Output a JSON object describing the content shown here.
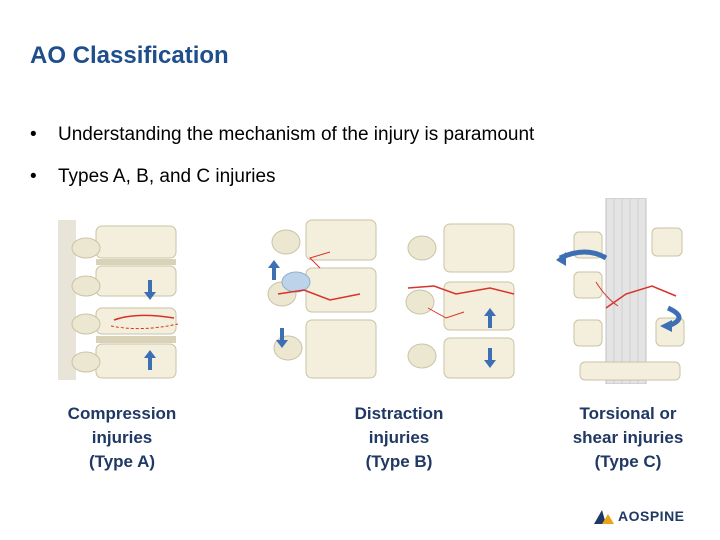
{
  "slide": {
    "title": "AO Classification",
    "bullets": [
      "Understanding the mechanism of the injury is paramount",
      "Types A, B, and C injuries"
    ]
  },
  "figures": [
    {
      "caption_lines": [
        "Compression",
        "injuries",
        "(Type A)"
      ]
    },
    {
      "caption_lines": [
        "Distraction",
        "injuries",
        "(Type B)"
      ]
    },
    {
      "caption_lines": [
        "Torsional or",
        "shear injuries",
        "(Type C)"
      ]
    }
  ],
  "logo": {
    "text": "AOSPINE"
  },
  "colors": {
    "title": "#1f4e8c",
    "caption": "#1f3864",
    "arrow": "#3c6fb4",
    "fracture": "#d9322a"
  }
}
